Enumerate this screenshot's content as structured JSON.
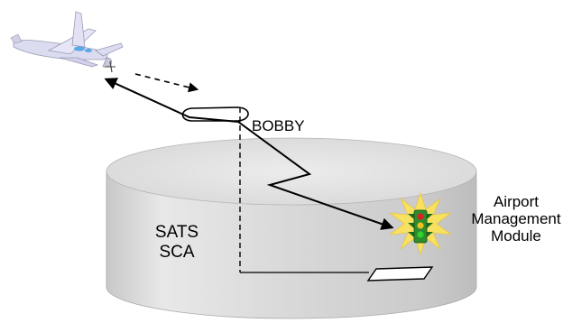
{
  "labels": {
    "fix_name": "BOBBY",
    "region_line1": "SATS",
    "region_line2": "SCA",
    "module_line1": "Airport",
    "module_line2": "Management",
    "module_line3": "Module"
  },
  "colors": {
    "cylinder_top": "#e4e4e4",
    "cylinder_side": "#cfcfcf",
    "aircraft_body": "#dcdcf0",
    "aircraft_window": "#5aa8e8",
    "signal_light_body": "#2e8b2e",
    "signal_red": "#e02020",
    "signal_yellow": "#f0c020",
    "signal_green": "#30d030",
    "starburst": "#f8e060"
  },
  "icons": [
    "aircraft-icon",
    "traffic-signal-icon"
  ]
}
